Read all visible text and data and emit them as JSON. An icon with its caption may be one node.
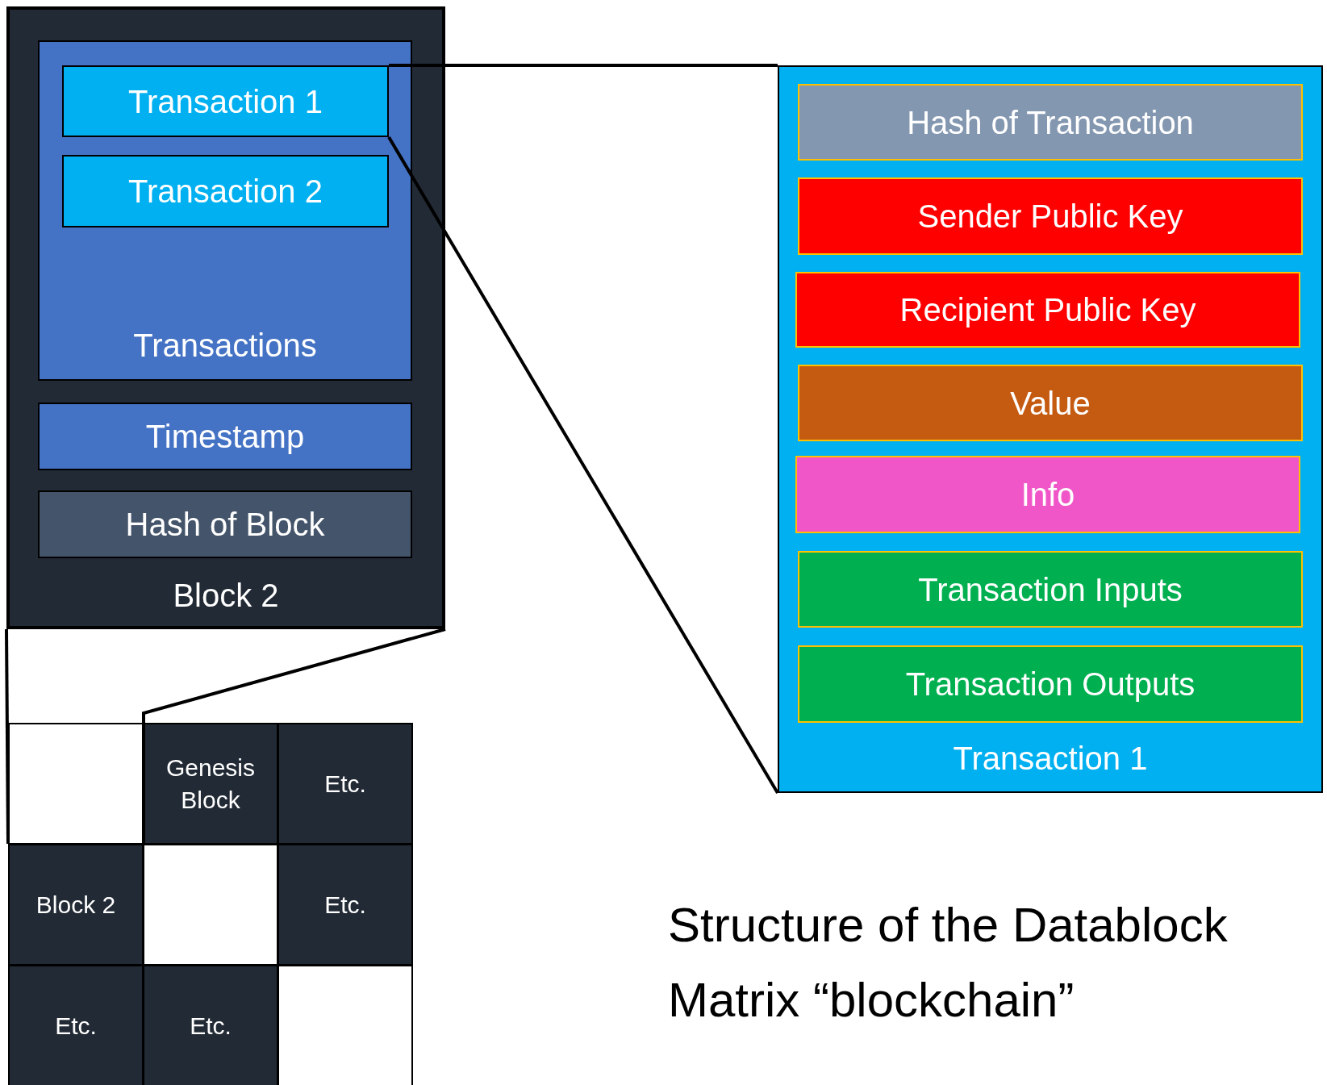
{
  "diagram": {
    "title": "Structure of the Datablock Matrix “blockchain”",
    "nodes": [
      {
        "text": [
          "Block 2"
        ]
      },
      {
        "text": [
          "Transactions"
        ],
        "in": 0
      },
      {
        "text": [
          "Transaction 1"
        ],
        "in": 1
      },
      {
        "text": [
          "Transaction 2"
        ],
        "in": 1
      },
      {
        "text": [
          "Timestamp"
        ],
        "in": 0
      },
      {
        "text": [
          "Hash of Block"
        ],
        "in": 0
      },
      {
        "text": [
          "Transaction 1"
        ]
      },
      {
        "text": [
          "Hash of Transaction"
        ],
        "in": 6
      },
      {
        "text": [
          "Sender Public Key"
        ],
        "in": 6
      },
      {
        "text": [
          "Recipient Public Key"
        ],
        "in": 6
      },
      {
        "text": [
          "Value"
        ],
        "in": 6
      },
      {
        "text": [
          "Info"
        ],
        "in": 6
      },
      {
        "text": [
          "Transaction Inputs"
        ],
        "in": 6
      },
      {
        "text": [
          "Transaction Outputs"
        ],
        "in": 6
      },
      {
        "text": [],
        "shape": "box"
      },
      {
        "text": [
          "Genesis Block"
        ]
      },
      {
        "text": [
          "Etc."
        ]
      },
      {
        "text": [
          "Block 2"
        ]
      },
      {
        "text": [],
        "shape": "box"
      },
      {
        "text": [
          "Etc."
        ]
      },
      {
        "text": [
          "Etc."
        ]
      },
      {
        "text": [
          "Etc."
        ]
      },
      {
        "text": [],
        "shape": "box"
      }
    ],
    "edges": [
      {
        "from": 0,
        "to": 17,
        "arrow": "none"
      },
      {
        "from": 0,
        "to": 17,
        "arrow": "none"
      },
      {
        "from": 2,
        "to": 6,
        "arrow": "none"
      },
      {
        "from": 2,
        "to": 6,
        "arrow": "none"
      }
    ]
  }
}
